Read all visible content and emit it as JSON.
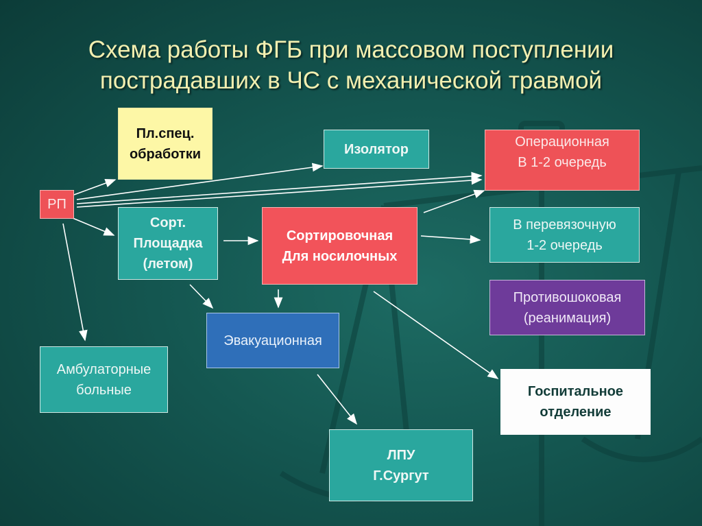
{
  "title": {
    "line1": "Схема работы ФГБ при массовом поступлении",
    "line2": "пострадавших в ЧС с механической травмой"
  },
  "nodes": {
    "rp": {
      "label": "РП"
    },
    "pl_spec": {
      "line1": "Пл.спец.",
      "line2": "обработки"
    },
    "izolyator": {
      "label": "Изолятор"
    },
    "operatsionnaya": {
      "line1": "Операционная",
      "line2": "В 1-2 очередь"
    },
    "sort_ploshchadka": {
      "line1": "Сорт.",
      "line2": "Площадка",
      "line3": "(летом)"
    },
    "sortirovochnaya": {
      "line1": "Сортировочная",
      "line2": "Для носилочных"
    },
    "perevyazochnaya": {
      "line1": "В перевязочную",
      "line2": "1-2 очередь"
    },
    "protivoshokovaya": {
      "line1": "Противошоковая",
      "line2": "(реанимация)"
    },
    "evakuatsionnaya": {
      "label": "Эвакуационная"
    },
    "ambulatornye": {
      "line1": "Амбулаторные",
      "line2": "больные"
    },
    "gospitalnoe": {
      "line1": "Госпитальное",
      "line2": "отделение"
    },
    "lpu": {
      "line1": "ЛПУ",
      "line2": "Г.Сургут"
    }
  },
  "colors": {
    "background": "#145650",
    "title_text": "#f2efb0",
    "teal_box": "#2aa79e",
    "yellow_box": "#fdf7a6",
    "red_box": "#f2535a",
    "blue_box": "#2f6fb9",
    "purple_box": "#6e3b9a",
    "white_box": "#fdfdfd",
    "arrow": "#ffffff"
  },
  "decoration": {
    "background_icon": "scales-of-justice-icon"
  }
}
